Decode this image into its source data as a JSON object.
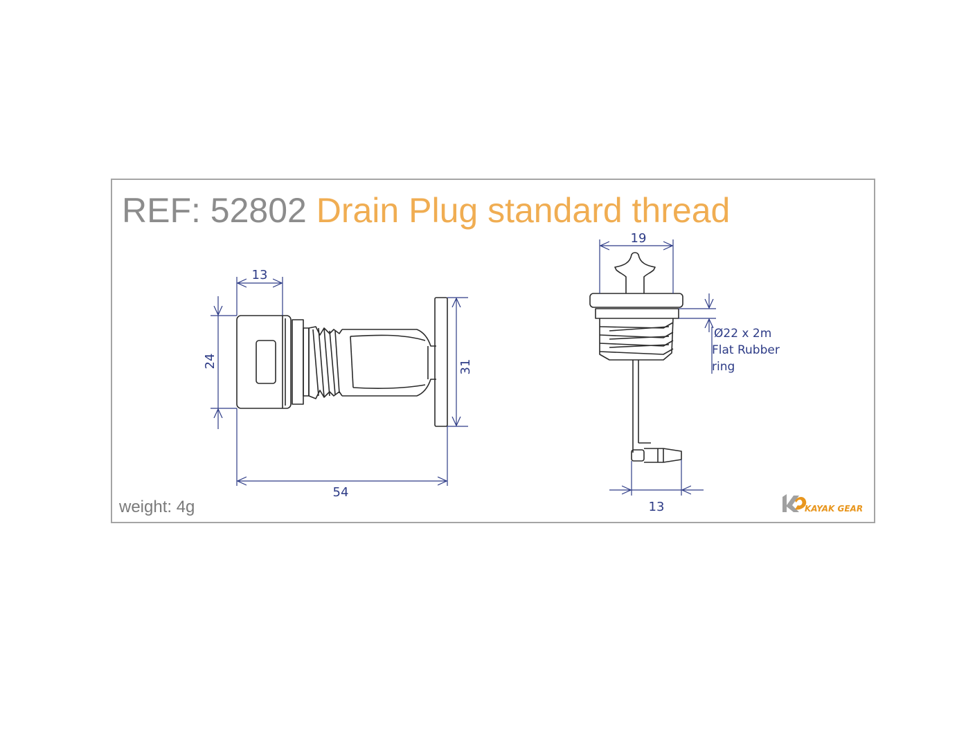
{
  "header": {
    "ref": "REF: 52802",
    "name": "Drain Plug standard thread"
  },
  "footer": {
    "weight": "weight: 4g"
  },
  "side_view": {
    "dim_top": "13",
    "dim_left": "24",
    "dim_right": "31",
    "dim_bottom": "54"
  },
  "front_view": {
    "dim_top": "19",
    "dim_bottom": "13",
    "ring_note_line1": "Ø22 x 2m",
    "ring_note_line2": "Flat Rubber",
    "ring_note_line3": "ring"
  },
  "logo": {
    "text": "KAYAK GEAR",
    "mark_icon": "kayak-gear-logo-icon"
  },
  "colors": {
    "border": "#a4a4a4",
    "ref_text": "#8c8c8c",
    "title_accent": "#f0ad52",
    "dimension_lines": "#2d3b86",
    "outline": "#2a2a2a",
    "logo_orange": "#e8961e",
    "logo_grey": "#a0a0a0"
  }
}
